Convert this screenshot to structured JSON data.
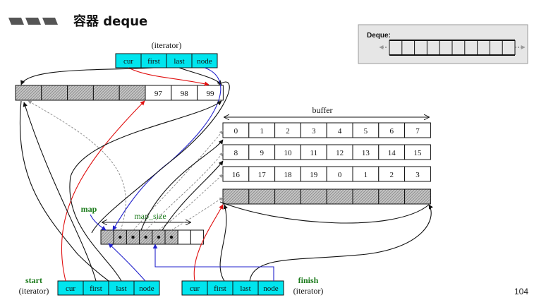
{
  "slide": {
    "title": "容器 deque",
    "page_number": "104"
  },
  "inset": {
    "label": "Deque:"
  },
  "iterator_top": {
    "caption": "(iterator)",
    "fields": [
      "cur",
      "first",
      "last",
      "node"
    ]
  },
  "buffers": [
    {
      "cells": [
        "",
        "",
        "",
        "",
        "",
        "97",
        "98",
        "99"
      ]
    },
    {
      "cells": [
        "0",
        "1",
        "2",
        "3",
        "4",
        "5",
        "6",
        "7"
      ]
    },
    {
      "cells": [
        "8",
        "9",
        "10",
        "11",
        "12",
        "13",
        "14",
        "15"
      ]
    },
    {
      "cells": [
        "16",
        "17",
        "18",
        "19",
        "0",
        "1",
        "2",
        "3"
      ]
    },
    {
      "cells": [
        "",
        "",
        "",
        "",
        "",
        "",
        "",
        ""
      ]
    }
  ],
  "buffer_label": "buffer",
  "map": {
    "label": "map",
    "size_label": "map_size",
    "node_count": 8,
    "filled": [
      1,
      2,
      3,
      4,
      5
    ]
  },
  "start": {
    "label": "start",
    "caption": "(iterator)",
    "fields": [
      "cur",
      "first",
      "last",
      "node"
    ]
  },
  "finish": {
    "label": "finish",
    "caption": "(iterator)",
    "fields": [
      "cur",
      "first",
      "last",
      "node"
    ]
  },
  "colors": {
    "iterator_fill": "#00e5ee",
    "hatch": "#b8b8b8",
    "green_label": "#1a7a1a",
    "red_arrow": "#e01010",
    "blue_arrow": "#2222cc",
    "inset_bg": "#e6e6e6"
  }
}
